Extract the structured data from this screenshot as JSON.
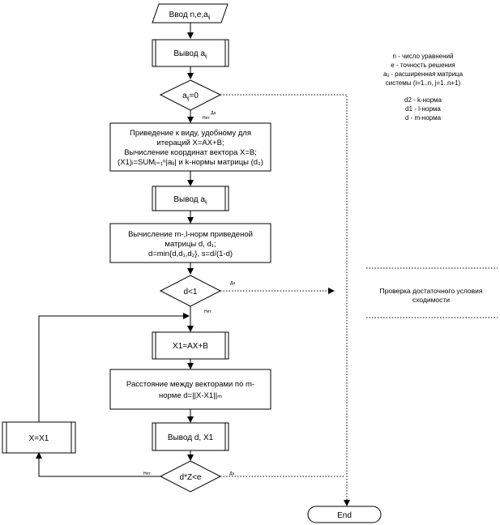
{
  "input": {
    "text": "Ввод n,e,a",
    "sub": "ij"
  },
  "output1": {
    "text": "Вывод a",
    "sub": "ij"
  },
  "cond1": {
    "text": "a",
    "sub": "ij",
    "tail": "=0",
    "yes": "Да",
    "no": "Нет"
  },
  "reduce": {
    "line1": "Приведение к виду, удобному для",
    "line2": "итераций X=AX+B;",
    "line3": "Вычисление координат вектора X=B;",
    "line4": "(X1)ᵢ=SUMⱼ₌₁ⁿ|aᵢⱼ| и k-нормы матрицы (d₂)"
  },
  "output2": {
    "text": "Вывод a",
    "sub": "ij"
  },
  "norms": {
    "line1": "Вычисление m-,l-норм приведеной",
    "line2": "матрицы d, d₁;",
    "line3": "d=min{d,d₁,d₂}, s=d/(1-d)"
  },
  "cond2": {
    "text": "d<1",
    "yes": "Да",
    "no": "Нет"
  },
  "iterate": {
    "text": "X1=AX+B"
  },
  "distance": {
    "line1": "Расстояние между векторами по m-",
    "line2": "норме d=||X-X1||ₘ"
  },
  "output3": {
    "text": "Вывод d, X1"
  },
  "cond3": {
    "text": "d*Z<e",
    "yes": "Да",
    "no": "Нет"
  },
  "assign": {
    "text": "X=X1"
  },
  "end": {
    "text": "End"
  },
  "legend": {
    "line1": "n - число уравнений",
    "line2": "e - точность решения",
    "line3": "aᵢⱼ - расширенная матрица",
    "line4": "системы (i=1..n, j=1..n+1)",
    "line5": "d2 - k-норма",
    "line6": "d1 - l-норма",
    "line7": "d - m-норма"
  },
  "note": {
    "line1": "Проверка достаточного условия",
    "line2": "сходимости"
  }
}
